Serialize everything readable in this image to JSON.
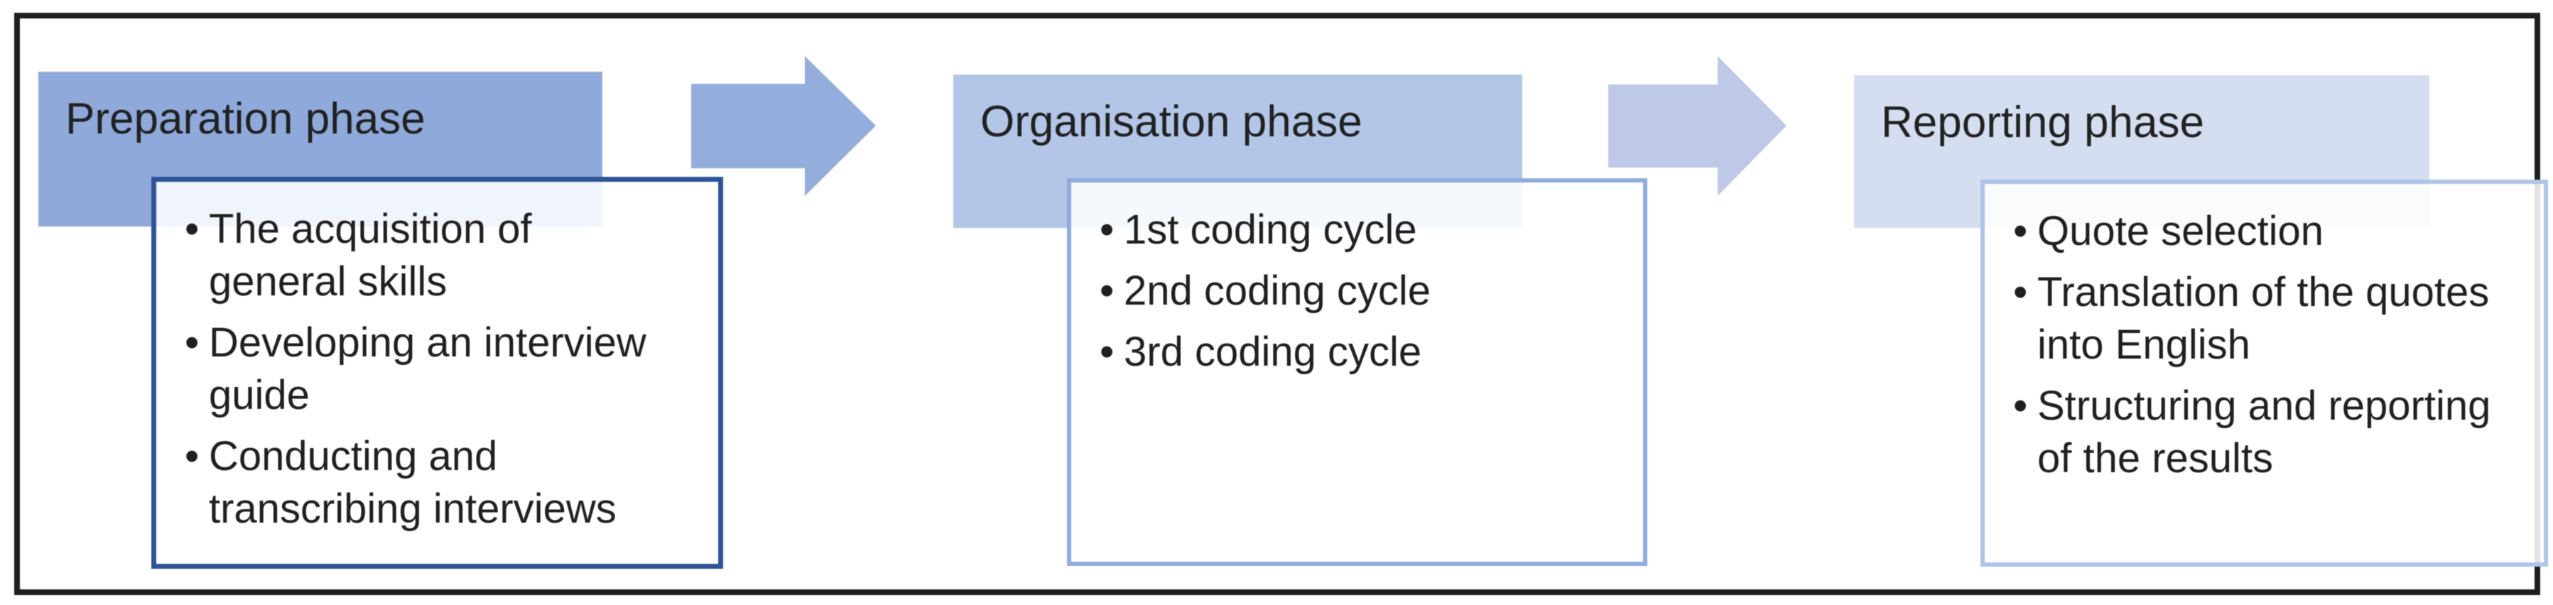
{
  "figure": {
    "type": "process-flow-diagram",
    "bullet_glyph": "•",
    "phases": [
      {
        "title": "Preparation phase",
        "bullets": [
          "The acquisition of general skills",
          "Developing an interview guide",
          "Conducting and transcribing interviews"
        ]
      },
      {
        "title": "Organisation phase",
        "bullets": [
          "1st coding cycle",
          "2nd coding cycle",
          "3rd coding cycle"
        ]
      },
      {
        "title": "Reporting phase",
        "bullets": [
          "Quote selection",
          "Translation of the quotes into English",
          "Structuring and reporting of the results"
        ]
      }
    ],
    "colors": {
      "header_fills": [
        "#8fa9db",
        "#b3c6e7",
        "#d5def0"
      ],
      "box_borders": [
        "#2e5497",
        "#8faadc",
        "#aec3e8"
      ],
      "arrow_fills": [
        "#94addc",
        "#bdc9e7"
      ],
      "frame_border": "#1e1e1e",
      "text": "#1f1f1f"
    }
  }
}
